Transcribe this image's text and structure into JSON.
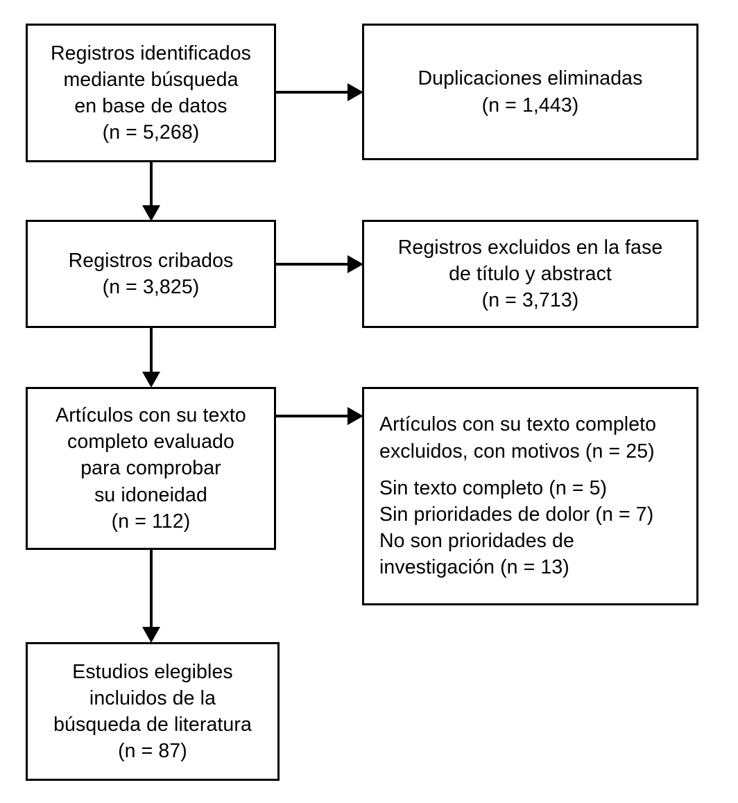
{
  "diagram": {
    "type": "prisma-flow-diagram",
    "language": "es",
    "background_color": "#ffffff",
    "line_color": "#000000",
    "text_color": "#000000",
    "boxes": [
      {
        "id": "identified",
        "name": "records-identified-box",
        "align": "center",
        "lines": [
          "Registros identificados",
          "mediante búsqueda",
          "en base de datos",
          "(n = 5,268)"
        ],
        "text": "Registros identificados\nmediante búsqueda\nen base de datos\n(n = 5,268)",
        "count_label": "(n = 5,268)",
        "count": 5268
      },
      {
        "id": "duplicates-removed",
        "name": "duplicates-removed-box",
        "align": "center",
        "lines": [
          "Duplicaciones eliminadas",
          "(n = 1,443)"
        ],
        "text": "Duplicaciones eliminadas\n(n = 1,443)",
        "count_label": "(n = 1,443)",
        "count": 1443
      },
      {
        "id": "screened",
        "name": "records-screened-box",
        "align": "center",
        "lines": [
          "Registros cribados",
          "(n = 3,825)"
        ],
        "text": "Registros cribados\n(n = 3,825)",
        "count_label": "(n = 3,825)",
        "count": 3825
      },
      {
        "id": "excluded-title-abstract",
        "name": "records-excluded-box",
        "align": "center",
        "lines": [
          "Registros excluidos en la fase",
          "de título y abstract",
          "(n = 3,713)"
        ],
        "text": "Registros excluidos en la fase\nde título y abstract\n(n = 3,713)",
        "count_label": "(n = 3,713)",
        "count": 3713
      },
      {
        "id": "fulltext-assessed",
        "name": "fulltext-assessed-box",
        "align": "center",
        "lines": [
          "Artículos con su texto",
          "completo evaluado",
          "para comprobar",
          "su idoneidad",
          "(n = 112)"
        ],
        "text": "Artículos con su texto\ncompleto evaluado\npara comprobar\nsu idoneidad\n(n = 112)",
        "count_label": "(n = 112)",
        "count": 112
      },
      {
        "id": "fulltext-excluded",
        "name": "fulltext-excluded-box",
        "align": "left",
        "lines": [
          "Artículos con su texto completo",
          "excluidos, con motivos (n = 25)",
          "",
          "Sin texto completo (n = 5)",
          "Sin prioridades de dolor (n = 7)",
          "No son prioridades de",
          "investigación (n = 13)"
        ],
        "heading": "Artículos con su texto completo\nexcluidos, con motivos (n = 25)",
        "reasons": [
          {
            "label": "Sin texto completo (n = 5)",
            "count": 5
          },
          {
            "label": "Sin prioridades de dolor (n = 7)",
            "count": 7
          },
          {
            "label": "No son prioridades de\ninvestigación (n = 13)",
            "count": 13
          }
        ],
        "count_label": "(n = 25)",
        "count": 25
      },
      {
        "id": "included",
        "name": "studies-included-box",
        "align": "center",
        "lines": [
          "Estudios elegibles",
          "incluidos de la",
          "búsqueda de literatura",
          "(n = 87)"
        ],
        "text": "Estudios elegibles\nincluidos de la\nbúsqueda de literatura\n(n = 87)",
        "count_label": "(n = 87)",
        "count": 87
      }
    ],
    "connectors": [
      {
        "id": "identified-to-duplicates",
        "name": "arrow-identified-to-duplicates",
        "direction": "right"
      },
      {
        "id": "identified-to-screened",
        "name": "arrow-identified-to-screened",
        "direction": "down"
      },
      {
        "id": "screened-to-excluded",
        "name": "arrow-screened-to-excluded",
        "direction": "right"
      },
      {
        "id": "screened-to-fulltext",
        "name": "arrow-screened-to-fulltext",
        "direction": "down"
      },
      {
        "id": "fulltext-to-excluded",
        "name": "arrow-fulltext-to-excluded",
        "direction": "right"
      },
      {
        "id": "fulltext-to-included",
        "name": "arrow-fulltext-to-included",
        "direction": "down"
      }
    ]
  }
}
